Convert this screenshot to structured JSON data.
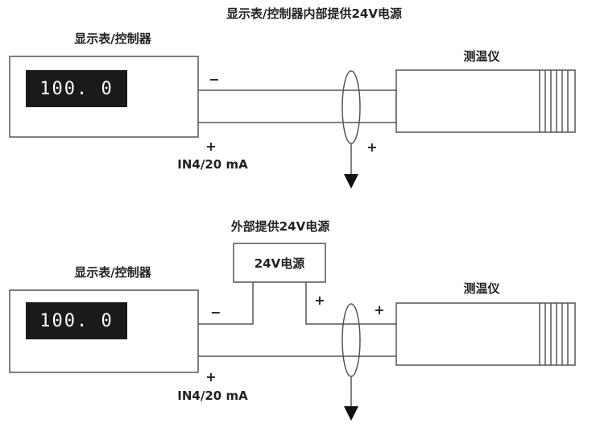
{
  "top": {
    "title": "显示表/控制器内部提供24V电源",
    "meter_label": "显示表/控制器",
    "display_value": "100. 0",
    "sensor_label": "测温仪",
    "minus_sign": "−",
    "plus_sign_meter": "+",
    "plus_sign_sensor": "+",
    "input_label": "IN4/20 mA"
  },
  "bottom": {
    "title": "外部提供24V电源",
    "meter_label": "显示表/控制器",
    "display_value": "100. 0",
    "power_box_label": "24V电源",
    "sensor_label": "测温仪",
    "minus_sign": "−",
    "plus_sign_power": "+",
    "plus_sign_sensor": "+",
    "plus_sign_meter": "+",
    "input_label": "IN4/20 mA"
  },
  "colors": {
    "line": "#555555",
    "display_bg": "#1a1a1a",
    "display_text": "#ffffff"
  },
  "icons": [
    "ground-arrow-icon",
    "cable-shield-ellipse-icon"
  ]
}
